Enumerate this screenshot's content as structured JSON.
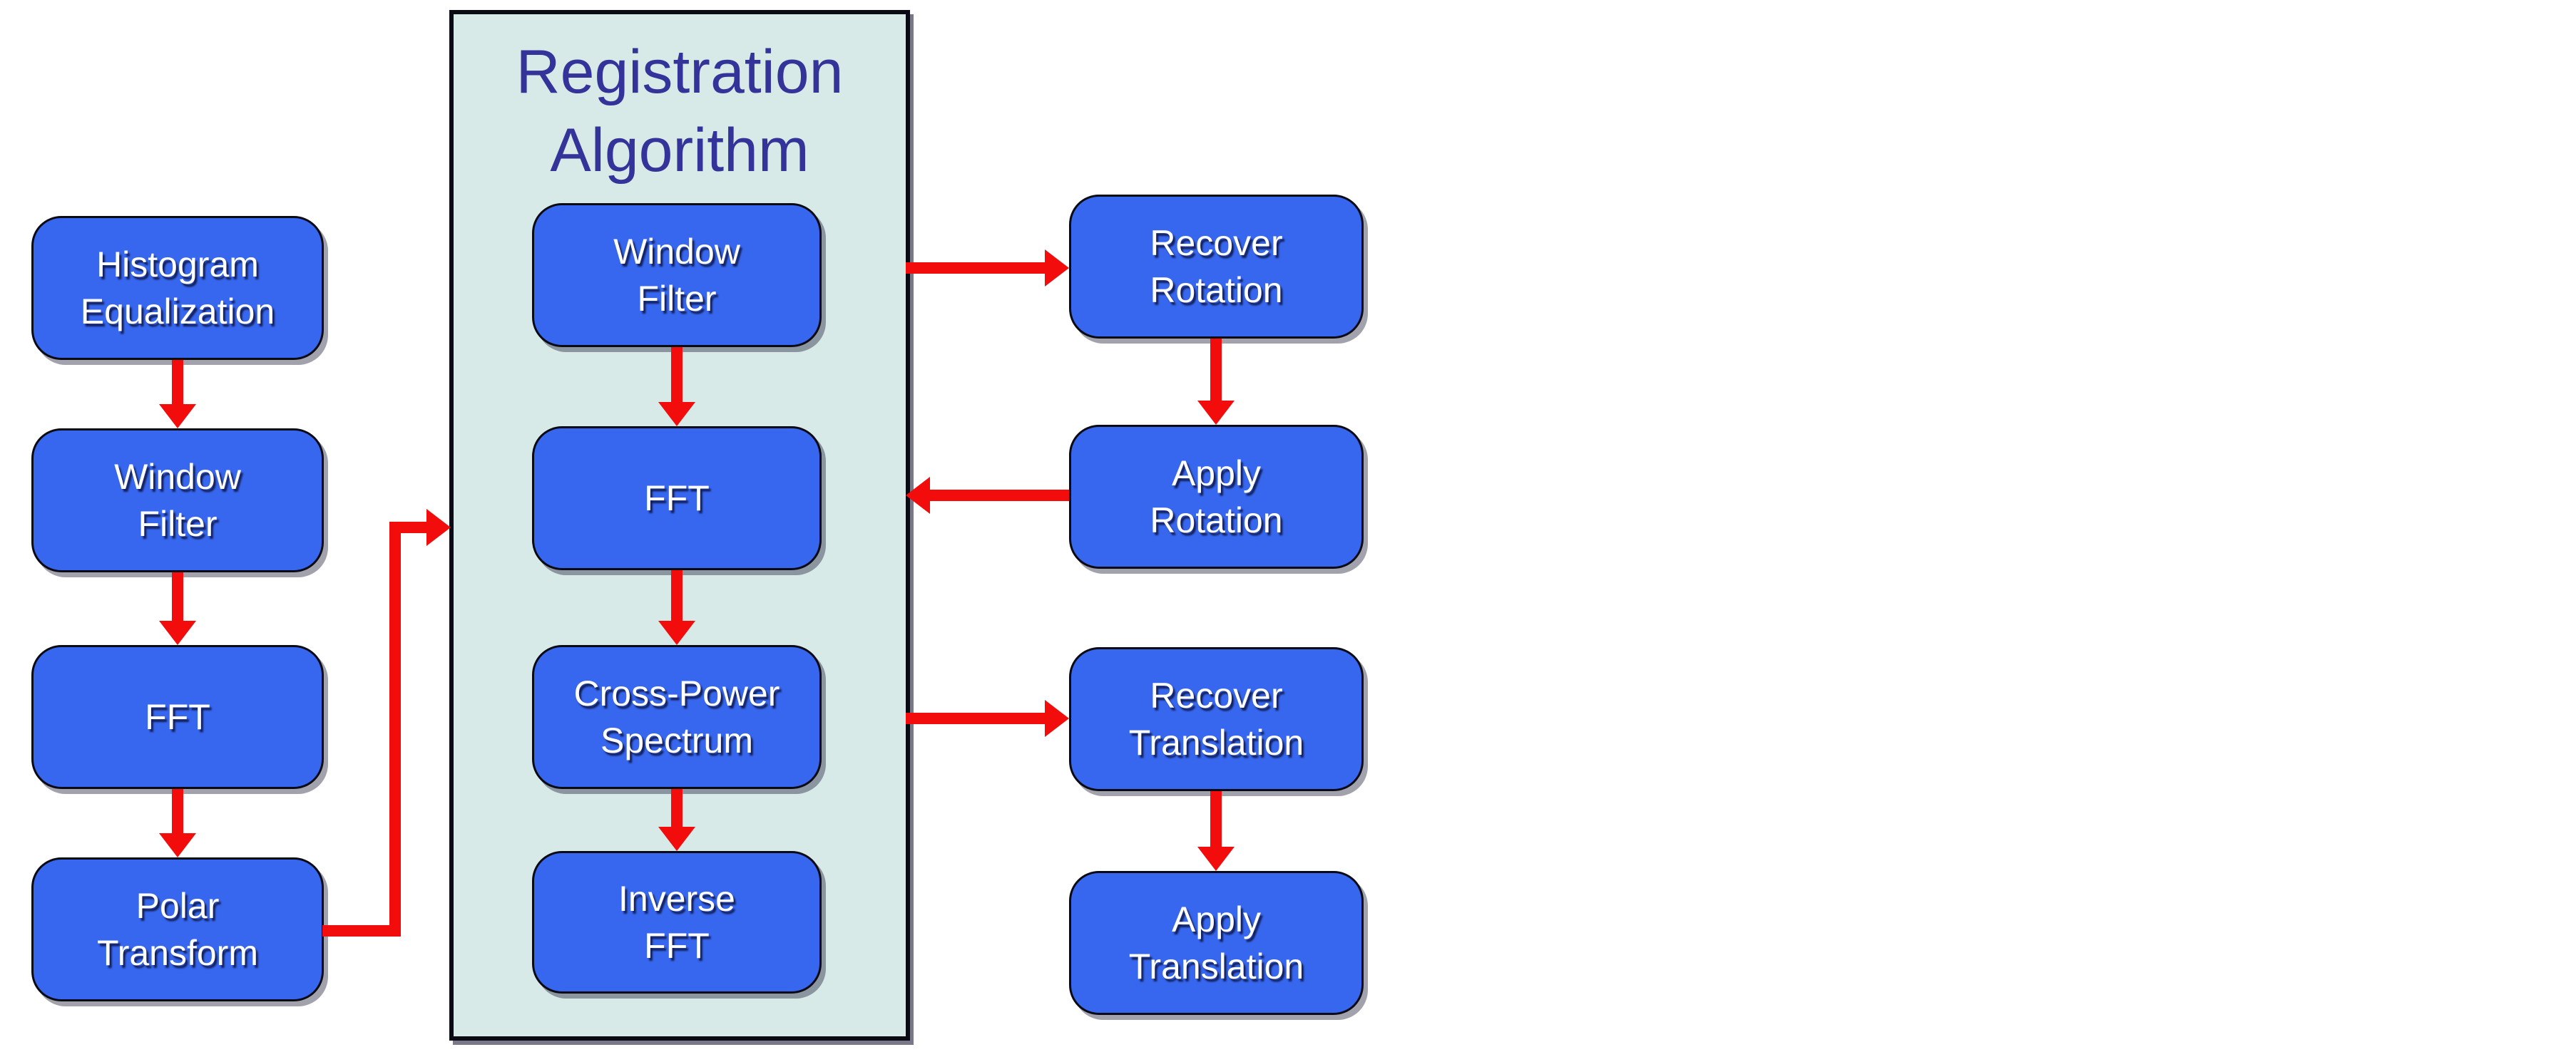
{
  "container": {
    "title_lines": [
      "Registration",
      "Algorithm"
    ]
  },
  "nodes": {
    "histogram_equalization": {
      "lines": [
        "Histogram",
        "Equalization"
      ]
    },
    "window_filter_pre": {
      "lines": [
        "Window",
        "Filter"
      ]
    },
    "fft_pre": {
      "lines": [
        "FFT"
      ]
    },
    "polar_transform": {
      "lines": [
        "Polar",
        "Transform"
      ]
    },
    "window_filter_main": {
      "lines": [
        "Window",
        "Filter"
      ]
    },
    "fft_main": {
      "lines": [
        "FFT"
      ]
    },
    "cross_power_spectrum": {
      "lines": [
        "Cross-Power",
        "Spectrum"
      ]
    },
    "inverse_fft": {
      "lines": [
        "Inverse",
        "FFT"
      ]
    },
    "recover_rotation": {
      "lines": [
        "Recover",
        "Rotation"
      ]
    },
    "apply_rotation": {
      "lines": [
        "Apply",
        "Rotation"
      ]
    },
    "recover_translation": {
      "lines": [
        "Recover",
        "Translation"
      ]
    },
    "apply_translation": {
      "lines": [
        "Apply",
        "Translation"
      ]
    }
  },
  "edges": [
    {
      "from": "histogram_equalization",
      "to": "window_filter_pre"
    },
    {
      "from": "window_filter_pre",
      "to": "fft_pre"
    },
    {
      "from": "fft_pre",
      "to": "polar_transform"
    },
    {
      "from": "polar_transform",
      "to": "registration_algorithm_container",
      "style": "elbow-right-up"
    },
    {
      "from": "window_filter_main",
      "to": "fft_main"
    },
    {
      "from": "fft_main",
      "to": "cross_power_spectrum"
    },
    {
      "from": "cross_power_spectrum",
      "to": "inverse_fft"
    },
    {
      "from": "registration_algorithm_container",
      "to": "recover_rotation"
    },
    {
      "from": "recover_rotation",
      "to": "apply_rotation"
    },
    {
      "from": "apply_rotation",
      "to": "registration_algorithm_container"
    },
    {
      "from": "registration_algorithm_container",
      "to": "recover_translation"
    },
    {
      "from": "recover_translation",
      "to": "apply_translation"
    }
  ],
  "colors": {
    "node-blue": "#3767ee",
    "container-fill": "#d8eae8",
    "title-blue": "#333399",
    "arrow-red": "#f20c0c",
    "line-black": "#0a0a14"
  }
}
